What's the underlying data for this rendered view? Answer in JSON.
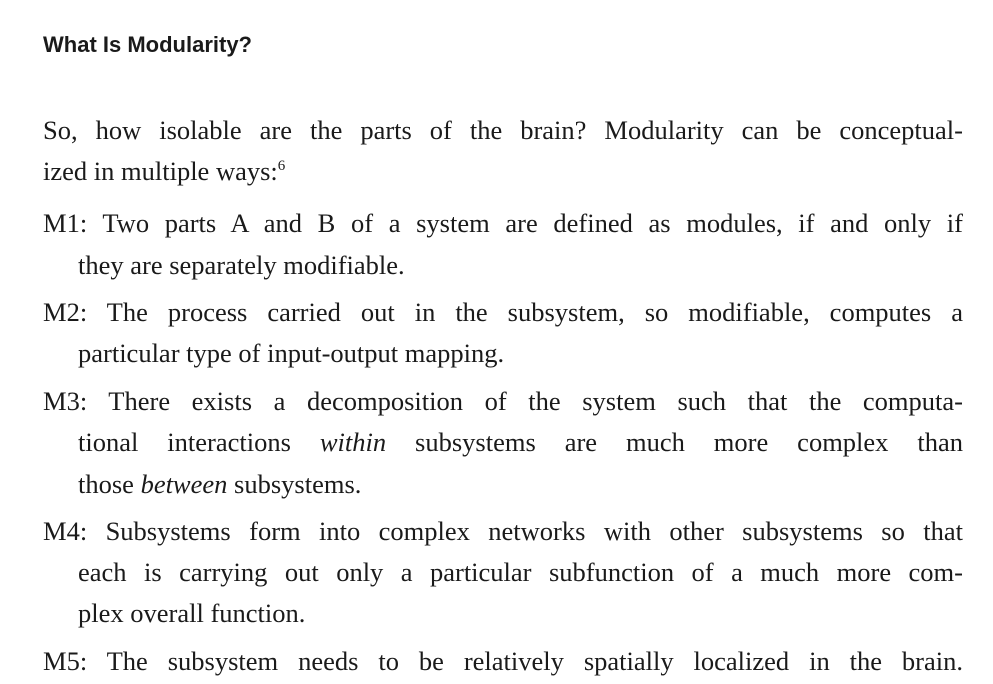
{
  "heading": "What Is Modularity?",
  "intro": {
    "line1": "So, how isolable are the parts of the brain? Modularity can be conceptual-",
    "line2": "ized in multiple ways:",
    "footnote": "6"
  },
  "items": [
    {
      "lines": [
        "M1: Two parts A and B of a system are defined as modules, if and only if",
        "they are separately modifiable."
      ]
    },
    {
      "lines": [
        "M2: The process carried out in the subsystem, so modifiable, computes a",
        "particular type of input-output mapping."
      ]
    },
    {
      "lines": [
        "M3: There exists a decomposition of the system such that the computa-",
        "tional interactions ",
        "within",
        " subsystems are much more complex than",
        "those ",
        "between",
        " subsystems."
      ]
    },
    {
      "lines": [
        "M4: Subsystems form into complex networks with other subsystems so that",
        "each is carrying out only a particular subfunction of a much more com-",
        "plex overall function."
      ]
    },
    {
      "lines": [
        "M5: The subsystem needs to be relatively spatially localized in the brain."
      ]
    }
  ]
}
